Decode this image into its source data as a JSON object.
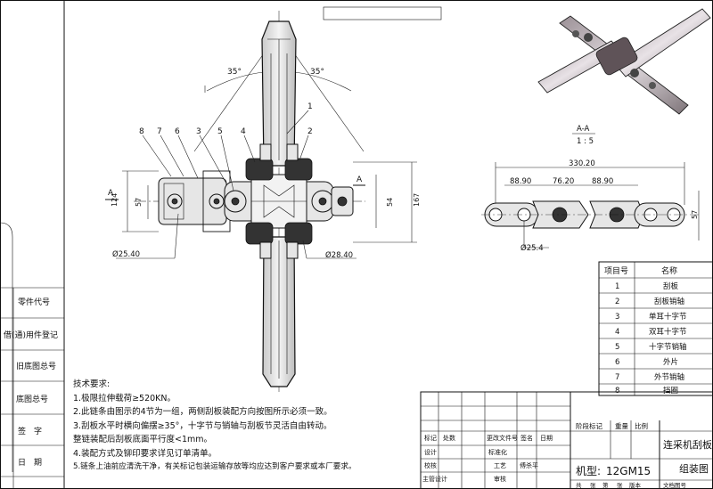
{
  "drawing": {
    "left_strip": [
      "零件代号",
      "借(通)用件登记",
      "旧底图总号",
      "底图总号",
      "签　字",
      "日　期"
    ],
    "front_view": {
      "angle_left": "35°",
      "angle_right": "35°",
      "height_left": "124",
      "height_left_inner": "57",
      "height_right": "167",
      "height_right_inner": "54",
      "dia_left": "Ø25.40",
      "dia_right": "Ø28.40",
      "section_mark": "A",
      "balloons": [
        "8",
        "7",
        "6",
        "3",
        "5",
        "4",
        "1",
        "2"
      ]
    },
    "section_view": {
      "label": "A-A",
      "scale": "1 : 5",
      "total_length": "330.20",
      "pitch_left": "88.90",
      "pitch_mid": "76.20",
      "pitch_right": "88.90",
      "height": "57",
      "dia": "Ø25.4"
    },
    "bom": {
      "header": [
        "项目号",
        "名称"
      ],
      "rows": [
        [
          "1",
          "刮板"
        ],
        [
          "2",
          "刮板销轴"
        ],
        [
          "3",
          "单耳十字节"
        ],
        [
          "4",
          "双耳十字节"
        ],
        [
          "5",
          "十字节销轴"
        ],
        [
          "6",
          "外片"
        ],
        [
          "7",
          "外节销轴"
        ],
        [
          "8",
          "挡圈"
        ]
      ]
    },
    "notes": {
      "title": "技术要求:",
      "items": [
        "1.极限拉伸载荷≥520KN。",
        "2.此链条由图示的4节为一组，两侧刮板装配方向按图所示必须一致。",
        "3.刮板水平时横向偏摆≥35°，十字节与销轴与刮板节灵活自由转动。",
        "   整链装配后刮板底面平行度<1mm。",
        "4.装配方式及铆印要求详见订单清单。",
        "5.链条上油前应清洗干净，有关标记包装运输存放等均应达到客户要求或本厂要求。"
      ]
    },
    "title_block": {
      "row1": [
        "标记",
        "处数",
        "更改文件号",
        "签名",
        "日期"
      ],
      "side_labels": [
        "设计",
        "校核",
        "主管设计"
      ],
      "mid_labels": [
        "标准化",
        "工艺",
        "审核"
      ],
      "mid_values": [
        "",
        "傅杀平",
        ""
      ],
      "section_mark": "阶段标记",
      "weight": "重量",
      "scale": "比例",
      "model_label": "机型:",
      "model_value": "12GM15",
      "drawing_name_1": "连采机刮板链",
      "drawing_name_2": "组装图",
      "footer": [
        "共",
        "张",
        "第",
        "张",
        "版本",
        "文档图号"
      ]
    }
  }
}
